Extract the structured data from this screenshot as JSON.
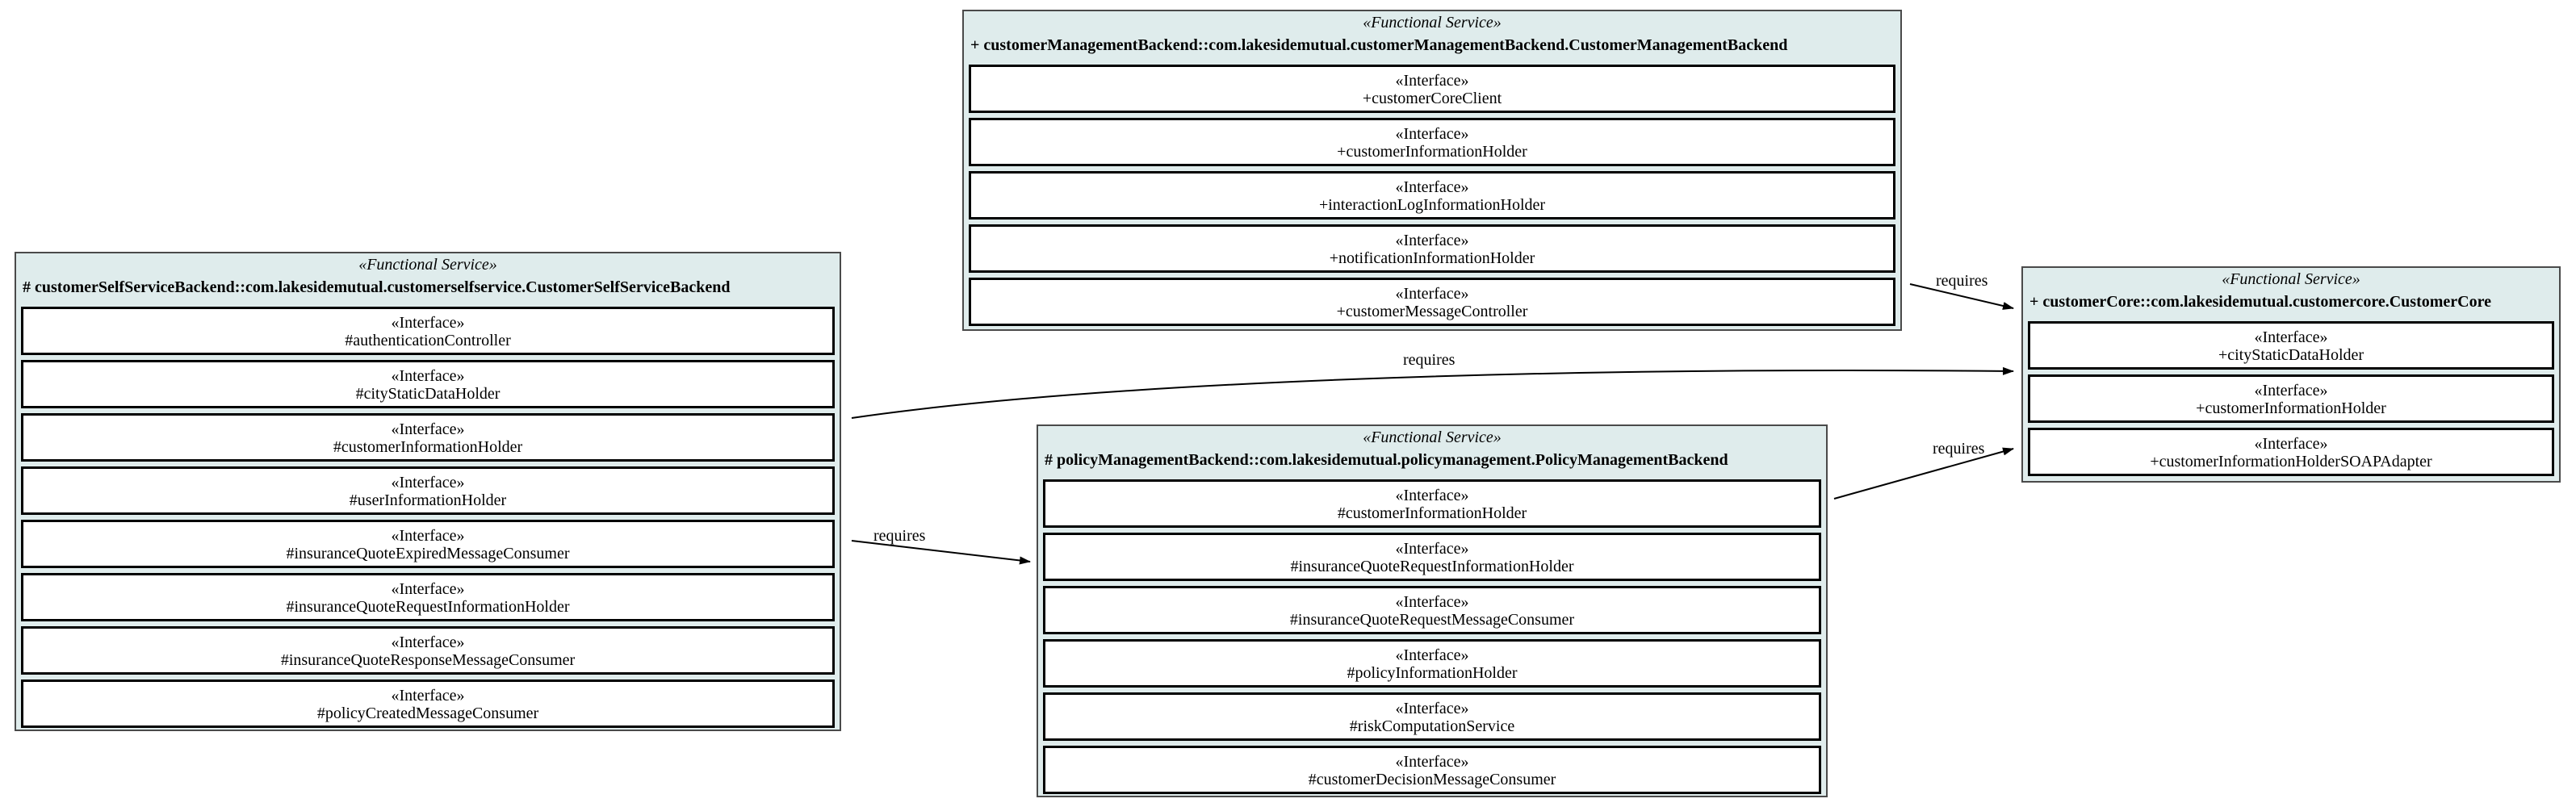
{
  "services": {
    "selfservice": {
      "stereotype": "«Functional Service»",
      "title": "#  customerSelfServiceBackend::com.lakesidemutual.customerselfservice.CustomerSelfServiceBackend",
      "interfaces": [
        {
          "stereotype": "«Interface»",
          "name": "#authenticationController"
        },
        {
          "stereotype": "«Interface»",
          "name": "#cityStaticDataHolder"
        },
        {
          "stereotype": "«Interface»",
          "name": "#customerInformationHolder"
        },
        {
          "stereotype": "«Interface»",
          "name": "#userInformationHolder"
        },
        {
          "stereotype": "«Interface»",
          "name": "#insuranceQuoteExpiredMessageConsumer"
        },
        {
          "stereotype": "«Interface»",
          "name": "#insuranceQuoteRequestInformationHolder"
        },
        {
          "stereotype": "«Interface»",
          "name": "#insuranceQuoteResponseMessageConsumer"
        },
        {
          "stereotype": "«Interface»",
          "name": "#policyCreatedMessageConsumer"
        }
      ]
    },
    "management": {
      "stereotype": "«Functional Service»",
      "title": "+  customerManagementBackend::com.lakesidemutual.customerManagementBackend.CustomerManagementBackend",
      "interfaces": [
        {
          "stereotype": "«Interface»",
          "name": "+customerCoreClient"
        },
        {
          "stereotype": "«Interface»",
          "name": "+customerInformationHolder"
        },
        {
          "stereotype": "«Interface»",
          "name": "+interactionLogInformationHolder"
        },
        {
          "stereotype": "«Interface»",
          "name": "+notificationInformationHolder"
        },
        {
          "stereotype": "«Interface»",
          "name": "+customerMessageController"
        }
      ]
    },
    "policy": {
      "stereotype": "«Functional Service»",
      "title": "#  policyManagementBackend::com.lakesidemutual.policymanagement.PolicyManagementBackend",
      "interfaces": [
        {
          "stereotype": "«Interface»",
          "name": "#customerInformationHolder"
        },
        {
          "stereotype": "«Interface»",
          "name": "#insuranceQuoteRequestInformationHolder"
        },
        {
          "stereotype": "«Interface»",
          "name": "#insuranceQuoteRequestMessageConsumer"
        },
        {
          "stereotype": "«Interface»",
          "name": "#policyInformationHolder"
        },
        {
          "stereotype": "«Interface»",
          "name": "#riskComputationService"
        },
        {
          "stereotype": "«Interface»",
          "name": "#customerDecisionMessageConsumer"
        }
      ]
    },
    "core": {
      "stereotype": "«Functional Service»",
      "title": "+  customerCore::com.lakesidemutual.customercore.CustomerCore",
      "interfaces": [
        {
          "stereotype": "«Interface»",
          "name": "+cityStaticDataHolder"
        },
        {
          "stereotype": "«Interface»",
          "name": "+customerInformationHolder"
        },
        {
          "stereotype": "«Interface»",
          "name": "+customerInformationHolderSOAPAdapter"
        }
      ]
    }
  },
  "edges": {
    "management_to_core": "requires",
    "selfservice_to_core": "requires",
    "policy_to_core": "requires",
    "selfservice_to_policy": "requires"
  }
}
